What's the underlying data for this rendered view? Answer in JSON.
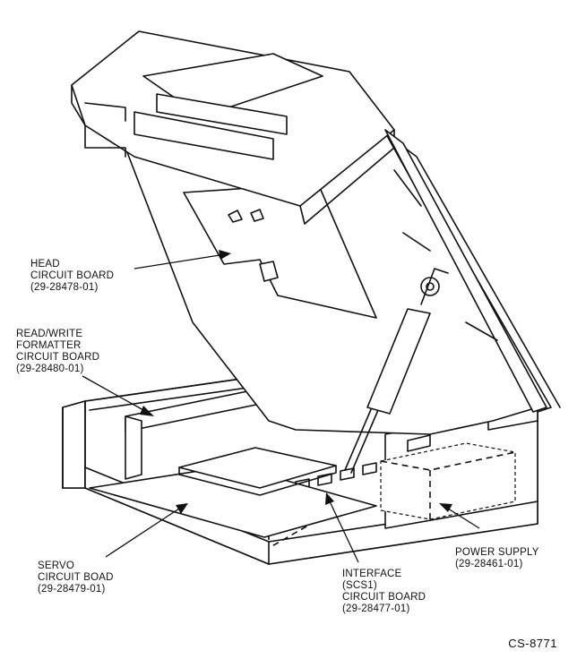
{
  "labels": {
    "head": [
      "HEAD",
      "CIRCUIT BOARD",
      "(29-28478-01)"
    ],
    "read_write": [
      "READ/WRITE",
      "FORMATTER",
      "CIRCUIT BOARD",
      "(29-28480-01)"
    ],
    "servo": [
      "SERVO",
      "CIRCUIT BOAD",
      "(29-28479-01)"
    ],
    "interface": [
      "INTERFACE",
      "(SCS1)",
      "CIRCUIT BOARD",
      "(29-28477-01)"
    ],
    "power_supply": [
      "POWER SUPPLY",
      "(29-28461-01)"
    ]
  },
  "figure_id": "CS-8771"
}
